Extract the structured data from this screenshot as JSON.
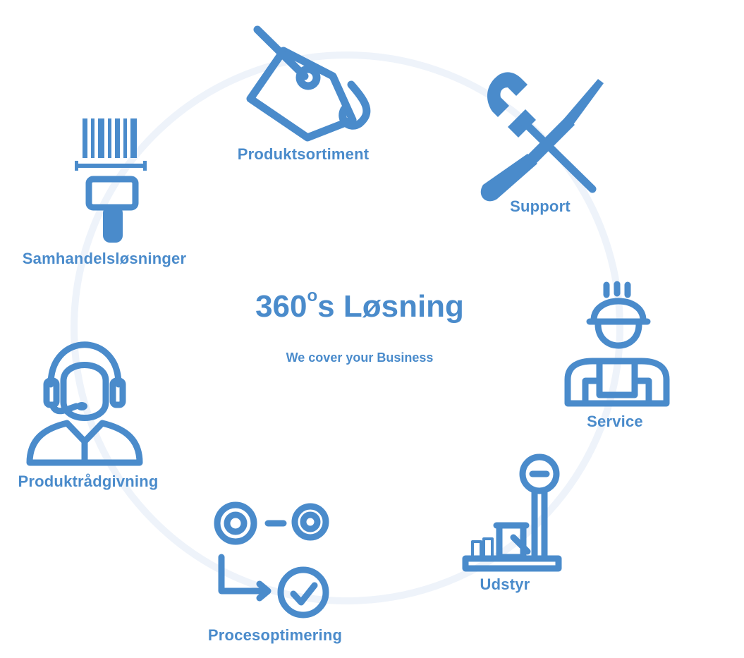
{
  "center": {
    "title_main": "360",
    "title_sup": "o",
    "title_rest": "s Løsning",
    "subtitle": "We cover your Business"
  },
  "colors": {
    "icon": "#4a8bcb",
    "ring": "#eef3fa",
    "text": "#4a8bcb"
  },
  "nodes": {
    "produktsortiment": {
      "label": "Produktsortiment",
      "icon": "paint-bucket-icon"
    },
    "support": {
      "label": "Support",
      "icon": "wrench-screwdriver-icon"
    },
    "service": {
      "label": "Service",
      "icon": "worker-icon"
    },
    "udstyr": {
      "label": "Udstyr",
      "icon": "paint-station-icon"
    },
    "procesoptimering": {
      "label": "Procesoptimering",
      "icon": "gears-process-icon"
    },
    "produktraadgivning": {
      "label": "Produktrådgivning",
      "icon": "headset-agent-icon"
    },
    "samhandelslosninger": {
      "label": "Samhandelsløsninger",
      "icon": "barcode-scanner-icon"
    }
  }
}
